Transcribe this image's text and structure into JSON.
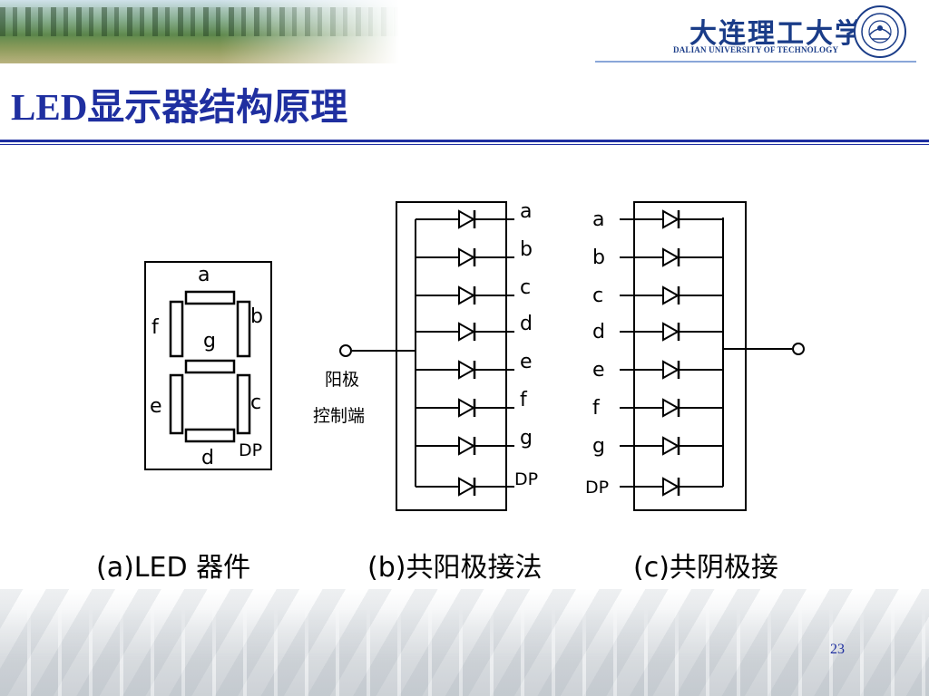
{
  "header": {
    "logo_cn": "大连理工大学",
    "logo_en": "DALIAN UNIVERSITY OF TECHNOLOGY"
  },
  "title": "LED显示器结构原理",
  "diagram": {
    "seven_segment": {
      "segments": [
        "a",
        "b",
        "c",
        "d",
        "e",
        "f",
        "g",
        "DP"
      ]
    },
    "common_anode": {
      "pins": [
        "a",
        "b",
        "c",
        "d",
        "e",
        "f",
        "g",
        "DP"
      ],
      "control_label": [
        "阳极",
        "控制端"
      ]
    },
    "common_cathode": {
      "pins": [
        "a",
        "b",
        "c",
        "d",
        "e",
        "f",
        "g",
        "DP"
      ]
    },
    "captions": [
      "(a)LED 器件",
      "(b)共阳极接法",
      "(c)共阴极接"
    ]
  },
  "footer": {
    "page_number": "23"
  },
  "colors": {
    "title": "#1f2fa0",
    "logo": "#1a3c88"
  }
}
